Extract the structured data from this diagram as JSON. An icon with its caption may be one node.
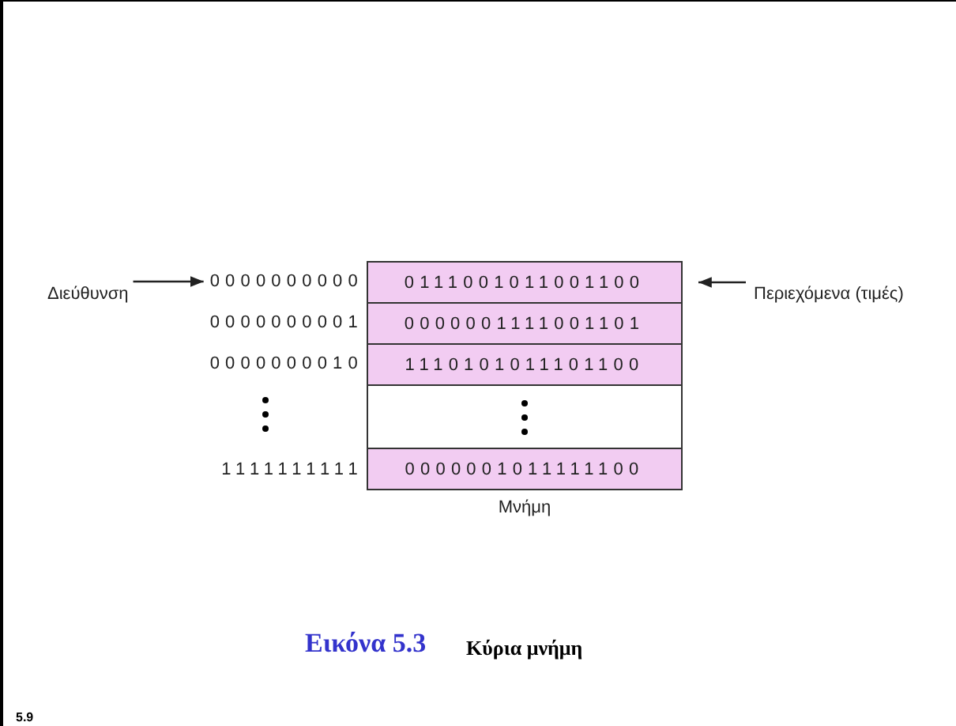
{
  "diagram": {
    "nodes": [
      {
        "text": [
          "Διεύθυνση"
        ]
      },
      {
        "text": [
          "0000000000"
        ]
      },
      {
        "text": [
          "Μνήμη"
        ]
      },
      {
        "text": [
          "0111001011001100"
        ],
        "in": 2
      },
      {
        "text": [
          "Περιεχόμενα (τιμές)"
        ]
      },
      {
        "text": [
          "0000000001"
        ]
      },
      {
        "text": [
          "0000001111001101"
        ],
        "in": 2
      },
      {
        "text": [
          "0000000010"
        ]
      },
      {
        "text": [
          "1110101011101100"
        ],
        "in": 2
      },
      {
        "text": [],
        "shape": "box",
        "in": 2
      },
      {
        "text": [
          "1111111111"
        ]
      },
      {
        "text": [
          "0000001011111100"
        ],
        "in": 2
      }
    ],
    "edges": [
      {
        "from": 0,
        "to": 1,
        "arrow": "to"
      },
      {
        "from": 4,
        "to": 3,
        "arrow": "to"
      }
    ],
    "labels": [
      "Εικόνα 5.3",
      "Κύρια μνήμη",
      "5.9"
    ]
  }
}
